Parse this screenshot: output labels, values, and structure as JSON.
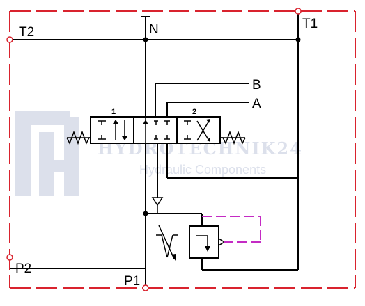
{
  "colors": {
    "line": "#000000",
    "boundary": "#d9232e",
    "pilot": "#c42bc4",
    "watermark": "#d6dbe8"
  },
  "ports": {
    "t2": "T2",
    "n": "N",
    "t1": "T1",
    "b": "B",
    "a": "A",
    "p2": "P2",
    "p1": "P1"
  },
  "valve": {
    "position_1": "1",
    "position_2": "2"
  },
  "watermark": {
    "brand": "HYDROTECHNIK24",
    "tagline": "Hydraulic Components",
    "logo": "HT"
  }
}
